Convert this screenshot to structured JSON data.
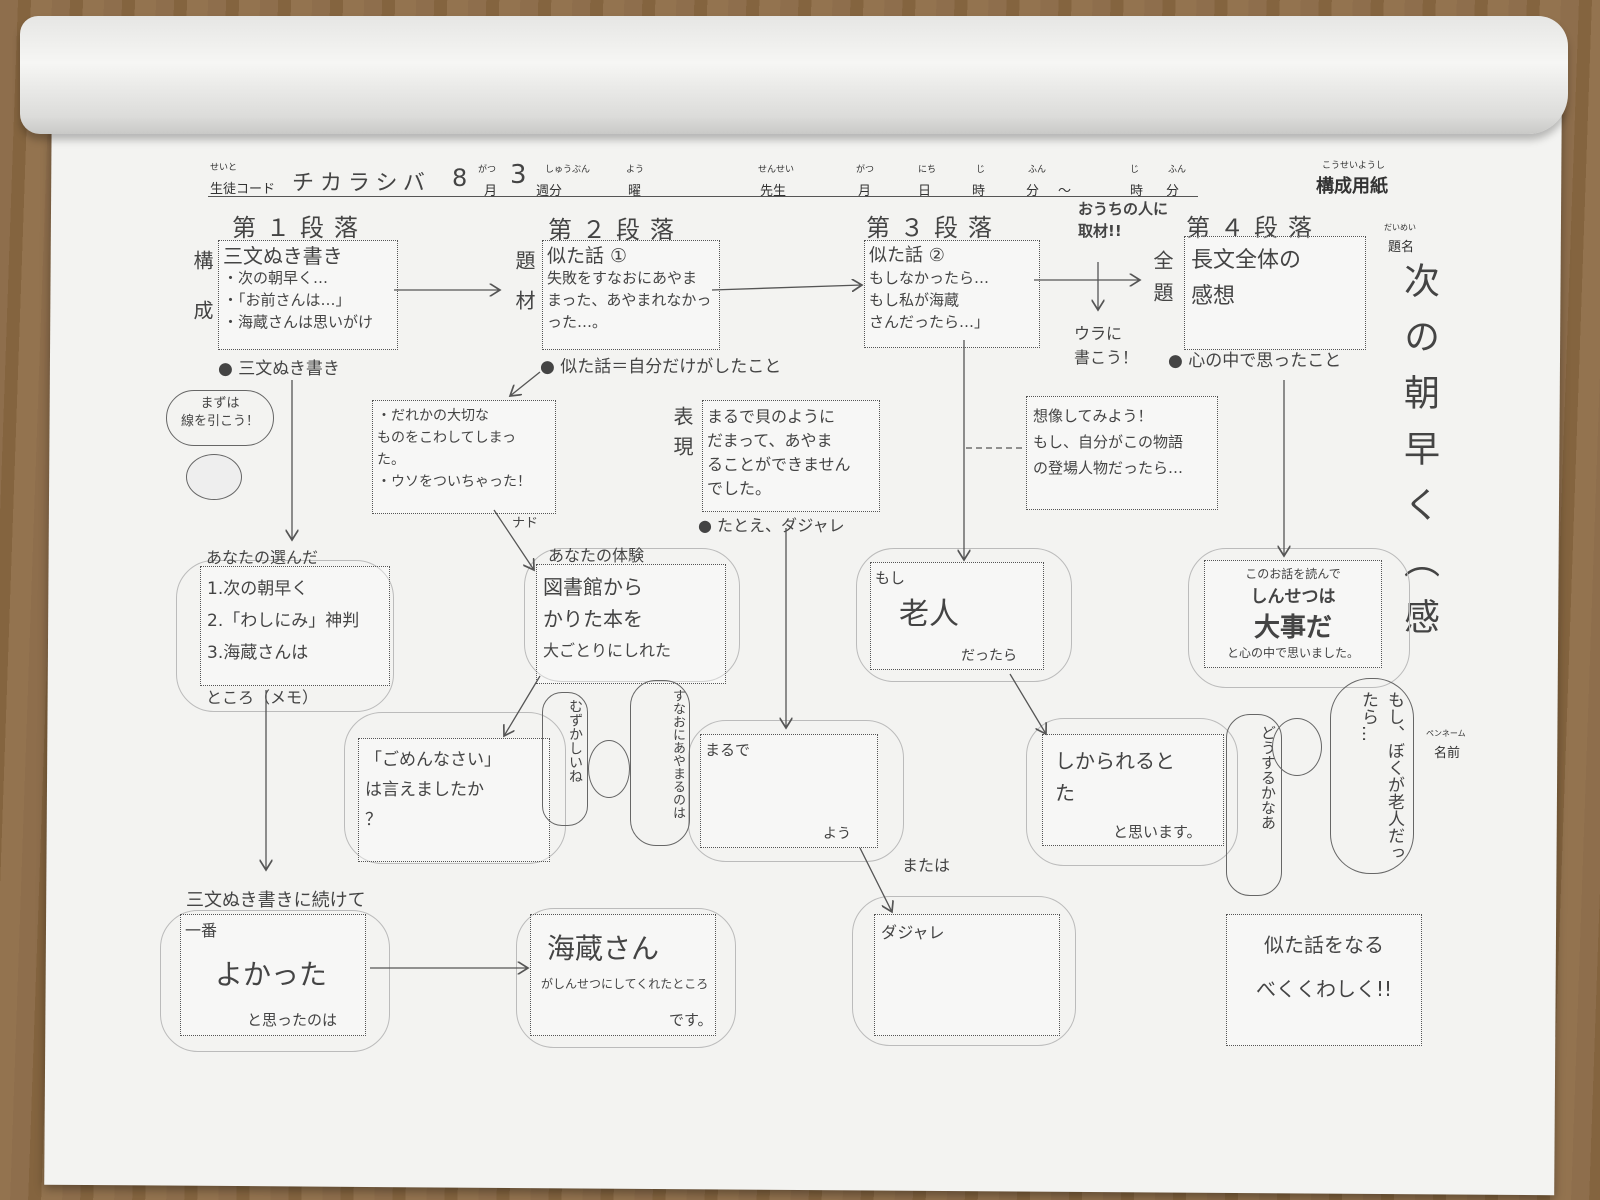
{
  "header": {
    "student_code_label": "生徒コード",
    "student_code_value": "チカラシバ",
    "month_val": "8",
    "month_label": "月",
    "week_val": "3",
    "week_label": "週分",
    "day_label": "曜",
    "teacher_label": "先生",
    "m2_label": "月",
    "d2_label": "日",
    "h_label": "時",
    "min_label": "分",
    "tilde": "～",
    "h2_label": "時",
    "min2_label": "分",
    "form_title": "構成用紙",
    "title_label": "題名",
    "penname_label": "名前",
    "ruby_seito": "せいと",
    "ruby_gatsu": "がつ",
    "ruby_shubun": "しゅうぶん",
    "ruby_you": "よう",
    "ruby_sensei": "せんせい",
    "ruby_gatsu2": "がつ",
    "ruby_nichi": "にち",
    "ruby_ji": "じ",
    "ruby_fun": "ふん",
    "ruby_ji2": "じ",
    "ruby_fun2": "ふん",
    "ruby_kousei": "こうせいようし",
    "ruby_daimei": "だいめい",
    "ruby_penname": "ペンネーム"
  },
  "title_text": "次の朝早く（感",
  "sections": [
    {
      "heading": "第１段落",
      "side": "構成",
      "box": [
        "三文ぬき書き",
        "・次の朝早く…",
        "・「お前さんは…」",
        "・海蔵さんは思いがけ"
      ],
      "note": "三文ぬき書き"
    },
    {
      "heading": "第２段落",
      "side": "題材",
      "box": [
        "似た話 ①",
        "失敗をすなおにあやま",
        "まった、あやまれなかっ",
        "った…。"
      ],
      "note": "似た話＝自分だけがしたこと"
    },
    {
      "heading": "第３段落",
      "side": "",
      "box": [
        "似た話 ②",
        "もしなかったら…",
        "もし私が海蔵",
        "さんだったら…」"
      ],
      "note": ""
    },
    {
      "heading": "第４段落",
      "side": "全題",
      "box": [
        "長文全体の",
        "感想"
      ],
      "note": "心の中で思ったこと"
    }
  ],
  "interview_note": [
    "おうちの人に",
    "取材!!"
  ],
  "back_note": [
    "ウラに",
    "書こう！"
  ],
  "bubble_line": [
    "まずは",
    "線を引こう！"
  ],
  "example_box": [
    "・だれかの大切な",
    "ものをこわしてしまっ",
    "た。",
    "・ウソをついちゃった！"
  ],
  "example_tail": "ナド",
  "expression_side": "表現",
  "expression_box": [
    "まるで貝のように",
    "だまって、あやま",
    "ることができません",
    "でした。"
  ],
  "expression_note": "たとえ、ダジャレ",
  "imagine_box": [
    "想像してみよう！",
    "もし、自分がこの物語",
    "の登場人物だったら…"
  ],
  "choice_label": "あなたの選んだ",
  "choice_box": [
    "1.次の朝早く",
    "2.「わしにみ」神判",
    "3.海蔵さんは"
  ],
  "choice_tail": "ところ（メモ）",
  "experience_label": "あなたの体験",
  "experience_box": [
    "図書館から",
    "かりた本を",
    "大ごとりにしれた"
  ],
  "moshi_box": {
    "top": "もし",
    "main": "老人",
    "tail": "だったら"
  },
  "feel_box": {
    "top": "このお話を読んで",
    "main1": "しんせつは",
    "main2": "大事だ",
    "tail": "と心の中で思いました。"
  },
  "gomen_box": [
    "「ごめんなさい」",
    "は言えましたか",
    "？"
  ],
  "frog_bubble": "むずかしいね",
  "frog_bubble2": "すなおにあやまるのは",
  "marude_box": {
    "top": "まるで",
    "tail": "よう"
  },
  "or_label": "または",
  "dajare_box": "ダジャレ",
  "think_box": {
    "main1": "しかられると",
    "main2": "た",
    "tail": "と思います。"
  },
  "bear_bubble1": "どうするかなあ",
  "bear_bubble2": "もし、ぼくが老人だったら…",
  "continue_label": "三文ぬき書きに続けて",
  "best_box": {
    "top": "一番",
    "main": "よかった",
    "tail": "と思ったのは"
  },
  "kaizo_box": {
    "main": "海蔵さん",
    "mid": "がしんせつにしてくれたところ",
    "tail": "です。"
  },
  "final_box": [
    "似た話をなる",
    "べくくわしく!!"
  ]
}
